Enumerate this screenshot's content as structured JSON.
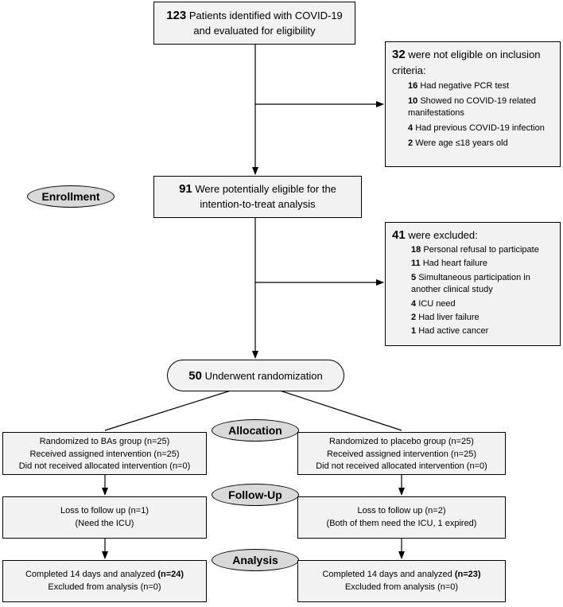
{
  "identified": {
    "num": "123",
    "text1": "Patients identified with COVID-19",
    "text2": "and evaluated for eligibility"
  },
  "not_eligible": {
    "num": "32",
    "text1": "were not eligible on inclusion",
    "text2": "criteria:",
    "items": [
      {
        "num": "16",
        "text": "Had negative PCR test"
      },
      {
        "num": "10",
        "text": "Showed no COVID-19 related manifestations"
      },
      {
        "num": "4",
        "text": "Had previous COVID-19 infection"
      },
      {
        "num": "2",
        "text": "Were age ≤18 years old"
      }
    ]
  },
  "enrollment_label": "Enrollment",
  "potentially_eligible": {
    "num": "91",
    "text1": "Were potentially eligible for the",
    "text2": "intention-to-treat analysis"
  },
  "excluded": {
    "num": "41",
    "text": "were excluded:",
    "items": [
      {
        "num": "18",
        "text": "Personal refusal to participate"
      },
      {
        "num": "11",
        "text": "Had heart failure"
      },
      {
        "num": "5",
        "text": "Simultaneous participation in another clinical study"
      },
      {
        "num": "4",
        "text": "ICU need"
      },
      {
        "num": "2",
        "text": "Had liver failure"
      },
      {
        "num": "1",
        "text": "Had active cancer"
      }
    ]
  },
  "randomization": {
    "num": "50",
    "text": "Underwent randomization"
  },
  "allocation_label": "Allocation",
  "followup_label": "Follow-Up",
  "analysis_label": "Analysis",
  "bas_group": {
    "allocation": [
      "Randomized to BAs group (n=25)",
      "Received assigned intervention (n=25)",
      "Did not received allocated intervention (n=0)"
    ],
    "followup": [
      "Loss to follow up (n=1)",
      "(Need the ICU)"
    ],
    "analysis_text": "Completed 14 days and analyzed ",
    "analysis_n": "(n=24)",
    "analysis_excluded": "Excluded from analysis (n=0)"
  },
  "placebo_group": {
    "allocation": [
      "Randomized to placebo group (n=25)",
      "Received assigned intervention (n=25)",
      "Did not received allocated intervention (n=0)"
    ],
    "followup": [
      "Loss to follow up (n=2)",
      "(Both of them need the ICU, 1 expired)"
    ],
    "analysis_text": "Completed 14 days and analyzed ",
    "analysis_n": "(n=23)",
    "analysis_excluded": "Excluded from analysis (n=0)"
  }
}
